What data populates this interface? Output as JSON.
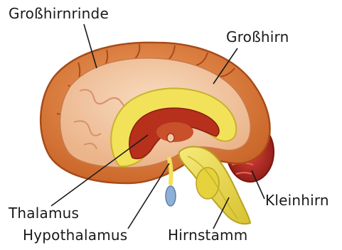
{
  "labels": {
    "cortex": "Großhirnrinde",
    "cerebrum": "Großhirn",
    "cerebellum": "Kleinhirn",
    "thalamus": "Thalamus",
    "hypothalamus": "Hypothalamus",
    "brainstem": "Hirnstamm"
  },
  "colors": {
    "cortex_outer": "#d9783a",
    "cortex_edge": "#b04f1c",
    "white_matter": "#f2c9a4",
    "corpus_callosum": "#f2e25a",
    "ventricle": "#b6301c",
    "thalamus_core": "#c8512c",
    "brainstem": "#ecd94e",
    "cerebellum": "#b82a22",
    "pituitary": "#8fb0d6",
    "leader_line": "#1a1a1a"
  }
}
